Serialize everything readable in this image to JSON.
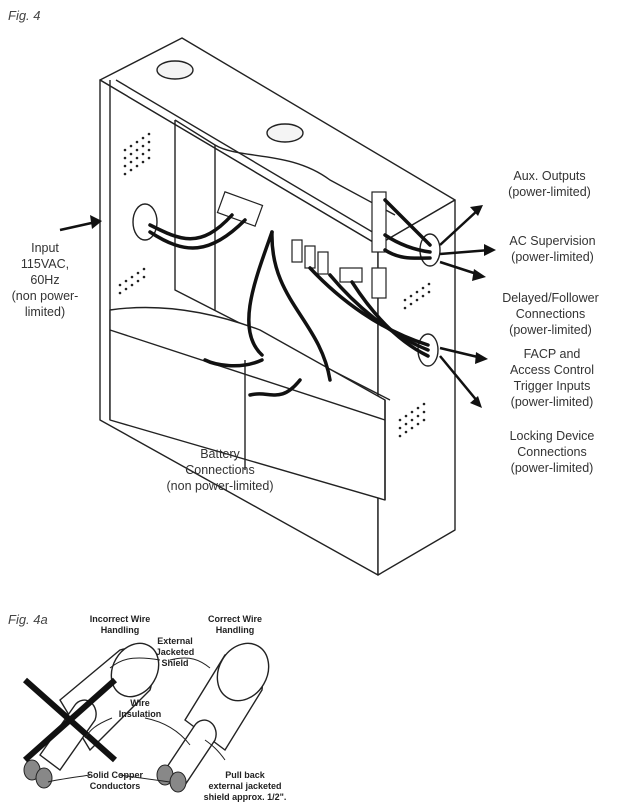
{
  "fig4": {
    "caption": "Fig. 4",
    "labels": {
      "input": "Input\n115VAC,\n60Hz\n(non power-\nlimited)",
      "aux": "Aux. Outputs\n(power-limited)",
      "ac": "AC Supervision\n(power-limited)",
      "delayed": "Delayed/Follower\nConnections\n(power-limited)",
      "facp": "FACP and\nAccess Control\nTrigger Inputs\n(power-limited)",
      "locking": "Locking Device\nConnections\n(power-limited)",
      "battery": "Battery\nConnections\n(non power-limited)"
    }
  },
  "fig4a": {
    "caption": "Fig. 4a",
    "labels": {
      "incorrect": "Incorrect Wire\nHandling",
      "correct": "Correct Wire\nHandling",
      "jacket": "External\nJacketed\nShield",
      "insulation": "Wire\nInsulation",
      "copper": "Solid Copper\nConductors",
      "pullback": "Pull back\nexternal jacketed\nshield approx. 1/2\"."
    }
  }
}
